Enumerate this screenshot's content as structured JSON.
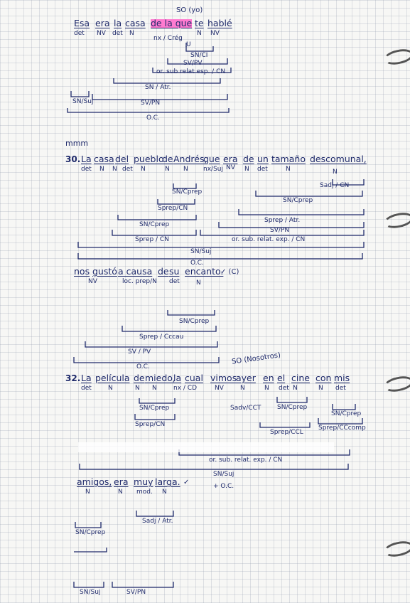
{
  "s29": {
    "so": "SO (yo)",
    "words": [
      "Esa",
      "era",
      "la",
      "casa",
      "de la que",
      "te",
      "hablé"
    ],
    "cats": [
      "det",
      "NV",
      "det",
      "N",
      "nx / Crég",
      "N",
      "NV"
    ],
    "u": "U",
    "funcs": [
      "SN/CI",
      "SV/PV",
      "or. sub relat esp. / CN",
      "SN / Atr.",
      "SN/Suj",
      "SV/PN",
      "O.C."
    ]
  },
  "squiggle": "mmm",
  "s30": {
    "num": "30.",
    "words": [
      "La",
      "casa",
      "del",
      "pueblo",
      "de",
      "Andrés,",
      "que",
      "era",
      "de",
      "un",
      "tamaño",
      "descomunal,"
    ],
    "cats": [
      "det",
      "N",
      "N",
      "det",
      "N",
      "N",
      "N",
      "nx/Suj",
      "NV",
      "N",
      "det",
      "N",
      "N"
    ],
    "funcs": [
      "Sadj / CN",
      "SN/Cprep",
      "SN/Cprep",
      "Sprep/CN",
      "Sprep / Atr.",
      "SN/Cprep",
      "SV/PN",
      "Sprep / CN",
      "or. sub. relat. exp. / CN",
      "SN/Suj",
      "O.C."
    ],
    "line2": {
      "words": [
        "nos",
        "gustó",
        "a causa",
        "de",
        "su",
        "encanto."
      ],
      "check": "✓ (C)",
      "cats": [
        "NV",
        "loc. prep/N",
        "det",
        "N"
      ],
      "funcs": [
        "SN/Cprep",
        "Sprep / Cccau",
        "SV / PV",
        "O.C."
      ]
    }
  },
  "s32": {
    "num": "32.",
    "so": "SO (Nosotros)",
    "words": [
      "La",
      "película",
      "de",
      "miedo,",
      "la",
      "cual",
      "vimos",
      "ayer",
      "en",
      "el",
      "cine",
      "con",
      "mis"
    ],
    "cats": [
      "det",
      "N",
      "N",
      "N",
      "nx / CD",
      "NV",
      "N",
      "N",
      "det",
      "N",
      "N",
      "det"
    ],
    "funcs": [
      "SN/Cprep",
      "Sprep/CN",
      "Sadv/CCT",
      "SN/Cprep",
      "SN/Cprep",
      "Sprep/CCcomp",
      "Sprep/CCL",
      "or. sub. relat. exp. / CN",
      "SN/Suj",
      "+ O.C."
    ],
    "line2": {
      "words": [
        "amigos,",
        "era",
        "muy",
        "larga."
      ],
      "check": "✓",
      "cats": [
        "N",
        "N",
        "mod.",
        "N"
      ],
      "funcs": [
        "Sadj / Atr.",
        "SN/Cprep",
        "SN/Suj",
        "SV/PN"
      ]
    }
  }
}
